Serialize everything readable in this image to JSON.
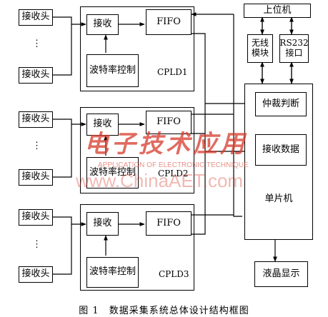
{
  "receivers": {
    "label": "接收头",
    "dots": "⋮"
  },
  "cpld_blocks": [
    {
      "name": "CPLD1",
      "receive": "接收",
      "fifo": "FIFO",
      "baud": "波特率控制"
    },
    {
      "name": "CPLD2",
      "receive": "接收",
      "fifo": "FIFO",
      "baud": "波特率控制"
    },
    {
      "name": "CPLD3",
      "receive": "接收",
      "fifo": "FIFO",
      "baud": "波特率控制"
    }
  ],
  "right_side": {
    "host": "上位机",
    "wireless": "无线\n模块",
    "rs232": "RS232\n接口",
    "arbitration": "仲裁判断",
    "receive_data": "接收数据",
    "mcu": "单片机",
    "lcd": "液晶显示"
  },
  "watermark": {
    "logo": "电子技术应用",
    "subtitle": "APPLICATION OF ELECTRONIC TECHNIQUE",
    "url": "www.ChinaAET.com",
    "color": "#d63a2c"
  },
  "caption": "图 1　数据采集系统总体设计结构框图"
}
